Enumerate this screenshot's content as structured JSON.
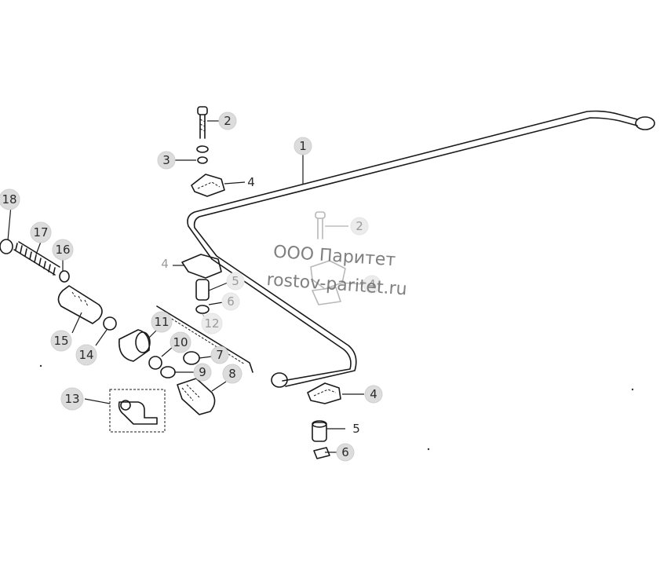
{
  "watermark": {
    "line1": "ООО Паритет",
    "line2": "rostov-paritet.ru"
  },
  "callouts": [
    {
      "label": "1"
    },
    {
      "label": "2"
    },
    {
      "label": "3"
    },
    {
      "label": "4"
    },
    {
      "label": "2"
    },
    {
      "label": "4"
    },
    {
      "label": "5"
    },
    {
      "label": "6"
    },
    {
      "label": "12"
    },
    {
      "label": "4"
    },
    {
      "label": "5"
    },
    {
      "label": "6"
    },
    {
      "label": "18"
    },
    {
      "label": "17"
    },
    {
      "label": "16"
    },
    {
      "label": "15"
    },
    {
      "label": "14"
    },
    {
      "label": "11"
    },
    {
      "label": "10"
    },
    {
      "label": "7"
    },
    {
      "label": "9"
    },
    {
      "label": "8"
    },
    {
      "label": "13"
    },
    {
      "label": "4"
    }
  ]
}
